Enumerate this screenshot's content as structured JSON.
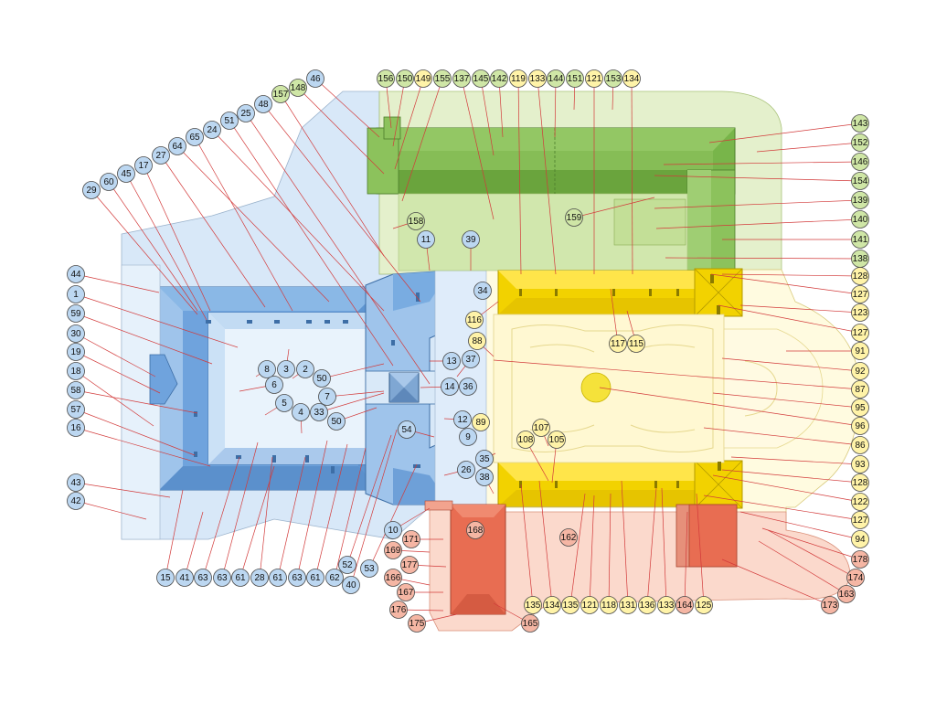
{
  "colors": {
    "blue": "#bcd7f1",
    "green": "#cfe6a6",
    "yellow": "#fff3a8",
    "salmon": "#f5b6a4",
    "leader": "#d23a3a"
  },
  "labels": [
    {
      "text": "156",
      "zone": "green"
    },
    {
      "text": "150",
      "zone": "green"
    },
    {
      "text": "149",
      "zone": "yellow"
    },
    {
      "text": "155",
      "zone": "green"
    },
    {
      "text": "137",
      "zone": "green"
    },
    {
      "text": "145",
      "zone": "green"
    },
    {
      "text": "142",
      "zone": "green"
    },
    {
      "text": "119",
      "zone": "yellow"
    },
    {
      "text": "133",
      "zone": "yellow"
    },
    {
      "text": "144",
      "zone": "green"
    },
    {
      "text": "151",
      "zone": "green"
    },
    {
      "text": "121",
      "zone": "yellow"
    },
    {
      "text": "153",
      "zone": "green"
    },
    {
      "text": "134",
      "zone": "yellow"
    },
    {
      "text": "148",
      "zone": "green"
    },
    {
      "text": "157",
      "zone": "green"
    },
    {
      "text": "46",
      "zone": "blue"
    },
    {
      "text": "48",
      "zone": "blue"
    },
    {
      "text": "25",
      "zone": "blue"
    },
    {
      "text": "51",
      "zone": "blue"
    },
    {
      "text": "24",
      "zone": "blue"
    },
    {
      "text": "65",
      "zone": "blue"
    },
    {
      "text": "64",
      "zone": "blue"
    },
    {
      "text": "27",
      "zone": "blue"
    },
    {
      "text": "17",
      "zone": "blue"
    },
    {
      "text": "45",
      "zone": "blue"
    },
    {
      "text": "60",
      "zone": "blue"
    },
    {
      "text": "29",
      "zone": "blue"
    },
    {
      "text": "44",
      "zone": "blue"
    },
    {
      "text": "1",
      "zone": "blue"
    },
    {
      "text": "59",
      "zone": "blue"
    },
    {
      "text": "30",
      "zone": "blue"
    },
    {
      "text": "19",
      "zone": "blue"
    },
    {
      "text": "18",
      "zone": "blue"
    },
    {
      "text": "58",
      "zone": "blue"
    },
    {
      "text": "57",
      "zone": "blue"
    },
    {
      "text": "16",
      "zone": "blue"
    },
    {
      "text": "43",
      "zone": "blue"
    },
    {
      "text": "42",
      "zone": "blue"
    },
    {
      "text": "15",
      "zone": "blue"
    },
    {
      "text": "41",
      "zone": "blue"
    },
    {
      "text": "63",
      "zone": "blue"
    },
    {
      "text": "63",
      "zone": "blue"
    },
    {
      "text": "61",
      "zone": "blue"
    },
    {
      "text": "28",
      "zone": "blue"
    },
    {
      "text": "61",
      "zone": "blue"
    },
    {
      "text": "63",
      "zone": "blue"
    },
    {
      "text": "61",
      "zone": "blue"
    },
    {
      "text": "62",
      "zone": "blue"
    },
    {
      "text": "52",
      "zone": "blue"
    },
    {
      "text": "40",
      "zone": "blue"
    },
    {
      "text": "53",
      "zone": "blue"
    },
    {
      "text": "10",
      "zone": "blue"
    },
    {
      "text": "171",
      "zone": "salmon"
    },
    {
      "text": "169",
      "zone": "salmon"
    },
    {
      "text": "177",
      "zone": "salmon"
    },
    {
      "text": "166",
      "zone": "salmon"
    },
    {
      "text": "167",
      "zone": "salmon"
    },
    {
      "text": "176",
      "zone": "salmon"
    },
    {
      "text": "175",
      "zone": "salmon"
    },
    {
      "text": "165",
      "zone": "salmon"
    },
    {
      "text": "168",
      "zone": "salmon"
    },
    {
      "text": "162",
      "zone": "salmon"
    },
    {
      "text": "135",
      "zone": "yellow"
    },
    {
      "text": "134",
      "zone": "yellow"
    },
    {
      "text": "135",
      "zone": "yellow"
    },
    {
      "text": "121",
      "zone": "yellow"
    },
    {
      "text": "118",
      "zone": "yellow"
    },
    {
      "text": "131",
      "zone": "yellow"
    },
    {
      "text": "136",
      "zone": "yellow"
    },
    {
      "text": "133",
      "zone": "yellow"
    },
    {
      "text": "164",
      "zone": "salmon"
    },
    {
      "text": "125",
      "zone": "yellow"
    },
    {
      "text": "143",
      "zone": "green"
    },
    {
      "text": "152",
      "zone": "green"
    },
    {
      "text": "146",
      "zone": "green"
    },
    {
      "text": "154",
      "zone": "green"
    },
    {
      "text": "139",
      "zone": "green"
    },
    {
      "text": "140",
      "zone": "green"
    },
    {
      "text": "141",
      "zone": "green"
    },
    {
      "text": "138",
      "zone": "green"
    },
    {
      "text": "128",
      "zone": "yellow"
    },
    {
      "text": "127",
      "zone": "yellow"
    },
    {
      "text": "123",
      "zone": "yellow"
    },
    {
      "text": "127",
      "zone": "yellow"
    },
    {
      "text": "91",
      "zone": "yellow"
    },
    {
      "text": "92",
      "zone": "yellow"
    },
    {
      "text": "87",
      "zone": "yellow"
    },
    {
      "text": "95",
      "zone": "yellow"
    },
    {
      "text": "96",
      "zone": "yellow"
    },
    {
      "text": "86",
      "zone": "yellow"
    },
    {
      "text": "93",
      "zone": "yellow"
    },
    {
      "text": "128",
      "zone": "yellow"
    },
    {
      "text": "122",
      "zone": "yellow"
    },
    {
      "text": "127",
      "zone": "yellow"
    },
    {
      "text": "94",
      "zone": "yellow"
    },
    {
      "text": "178",
      "zone": "salmon"
    },
    {
      "text": "174",
      "zone": "salmon"
    },
    {
      "text": "163",
      "zone": "salmon"
    },
    {
      "text": "173",
      "zone": "salmon"
    },
    {
      "text": "158",
      "zone": "green"
    },
    {
      "text": "11",
      "zone": "blue"
    },
    {
      "text": "39",
      "zone": "blue"
    },
    {
      "text": "159",
      "zone": "green"
    },
    {
      "text": "34",
      "zone": "blue"
    },
    {
      "text": "116",
      "zone": "yellow"
    },
    {
      "text": "88",
      "zone": "yellow"
    },
    {
      "text": "117",
      "zone": "yellow"
    },
    {
      "text": "115",
      "zone": "yellow"
    },
    {
      "text": "13",
      "zone": "blue"
    },
    {
      "text": "37",
      "zone": "blue"
    },
    {
      "text": "14",
      "zone": "blue"
    },
    {
      "text": "36",
      "zone": "blue"
    },
    {
      "text": "12",
      "zone": "blue"
    },
    {
      "text": "89",
      "zone": "yellow"
    },
    {
      "text": "9",
      "zone": "blue"
    },
    {
      "text": "54",
      "zone": "blue"
    },
    {
      "text": "35",
      "zone": "blue"
    },
    {
      "text": "26",
      "zone": "blue"
    },
    {
      "text": "38",
      "zone": "blue"
    },
    {
      "text": "108",
      "zone": "yellow"
    },
    {
      "text": "107",
      "zone": "yellow"
    },
    {
      "text": "105",
      "zone": "yellow"
    },
    {
      "text": "8",
      "zone": "blue"
    },
    {
      "text": "3",
      "zone": "blue"
    },
    {
      "text": "2",
      "zone": "blue"
    },
    {
      "text": "6",
      "zone": "blue"
    },
    {
      "text": "50",
      "zone": "blue"
    },
    {
      "text": "7",
      "zone": "blue"
    },
    {
      "text": "5",
      "zone": "blue"
    },
    {
      "text": "4",
      "zone": "blue"
    },
    {
      "text": "33",
      "zone": "blue"
    },
    {
      "text": "50",
      "zone": "blue"
    }
  ]
}
